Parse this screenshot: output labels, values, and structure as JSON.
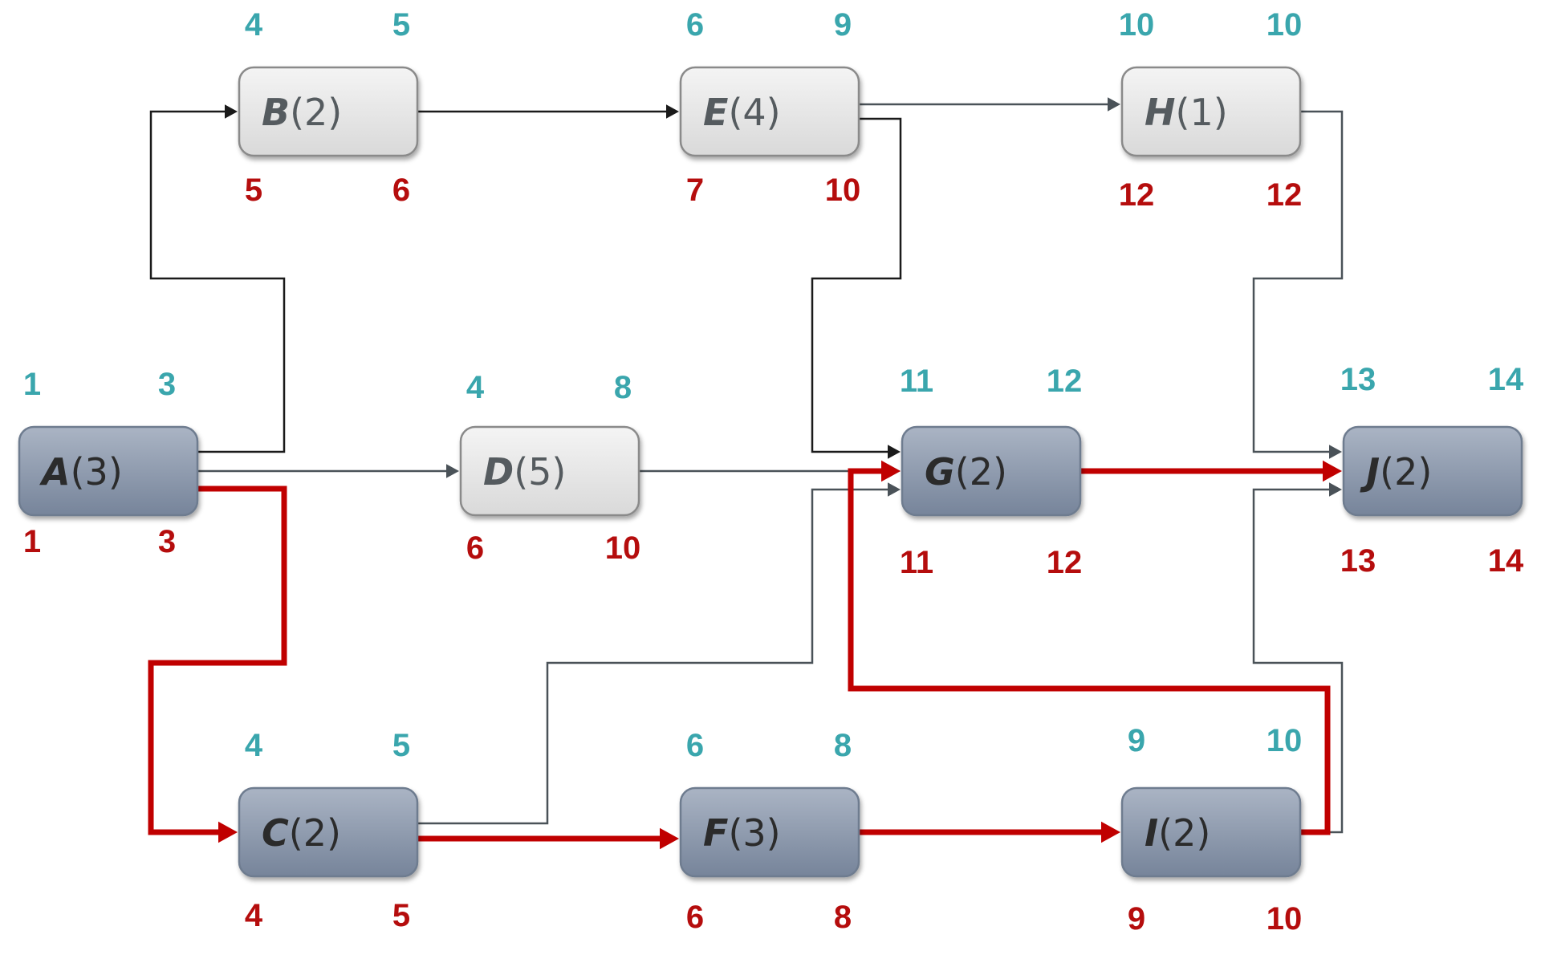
{
  "colors": {
    "early": "#3aa6ad",
    "late": "#b50d0d",
    "critical": "#c00000",
    "edge_dark": "#1a1a1a",
    "edge_gray": "#4a5258",
    "node_plain_fill": "#e6e6e6",
    "node_critical_fill": "#8c99ad"
  },
  "nodes": [
    {
      "id": "A",
      "activity": "A",
      "duration": "(3)",
      "critical": true,
      "es": "1",
      "ef": "3",
      "ls": "1",
      "lf": "3"
    },
    {
      "id": "B",
      "activity": "B",
      "duration": "(2)",
      "critical": false,
      "es": "4",
      "ef": "5",
      "ls": "5",
      "lf": "6"
    },
    {
      "id": "C",
      "activity": "C",
      "duration": "(2)",
      "critical": true,
      "es": "4",
      "ef": "5",
      "ls": "4",
      "lf": "5"
    },
    {
      "id": "D",
      "activity": "D",
      "duration": "(5)",
      "critical": false,
      "es": "4",
      "ef": "8",
      "ls": "6",
      "lf": "10"
    },
    {
      "id": "E",
      "activity": "E",
      "duration": "(4)",
      "critical": false,
      "es": "6",
      "ef": "9",
      "ls": "7",
      "lf": "10"
    },
    {
      "id": "F",
      "activity": "F",
      "duration": "(3)",
      "critical": true,
      "es": "6",
      "ef": "8",
      "ls": "6",
      "lf": "8"
    },
    {
      "id": "G",
      "activity": "G",
      "duration": "(2)",
      "critical": true,
      "es": "11",
      "ef": "12",
      "ls": "11",
      "lf": "12"
    },
    {
      "id": "H",
      "activity": "H",
      "duration": "(1)",
      "critical": false,
      "es": "10",
      "ef": "10",
      "ls": "12",
      "lf": "12"
    },
    {
      "id": "I",
      "activity": "I",
      "duration": "(2)",
      "critical": true,
      "es": "9",
      "ef": "10",
      "ls": "9",
      "lf": "10"
    },
    {
      "id": "J",
      "activity": "J",
      "duration": "(2)",
      "critical": true,
      "es": "13",
      "ef": "14",
      "ls": "13",
      "lf": "14"
    }
  ],
  "edges": [
    {
      "from": "A",
      "to": "B",
      "critical": false
    },
    {
      "from": "A",
      "to": "C",
      "critical": true
    },
    {
      "from": "A",
      "to": "D",
      "critical": false
    },
    {
      "from": "B",
      "to": "E",
      "critical": false
    },
    {
      "from": "C",
      "to": "F",
      "critical": true
    },
    {
      "from": "C",
      "to": "G",
      "critical": false
    },
    {
      "from": "D",
      "to": "G",
      "critical": false
    },
    {
      "from": "E",
      "to": "G",
      "critical": false
    },
    {
      "from": "E",
      "to": "H",
      "critical": false
    },
    {
      "from": "F",
      "to": "I",
      "critical": true
    },
    {
      "from": "G",
      "to": "J",
      "critical": true
    },
    {
      "from": "H",
      "to": "J",
      "critical": false
    },
    {
      "from": "I",
      "to": "G",
      "critical": true
    },
    {
      "from": "I",
      "to": "J",
      "critical": false
    }
  ]
}
